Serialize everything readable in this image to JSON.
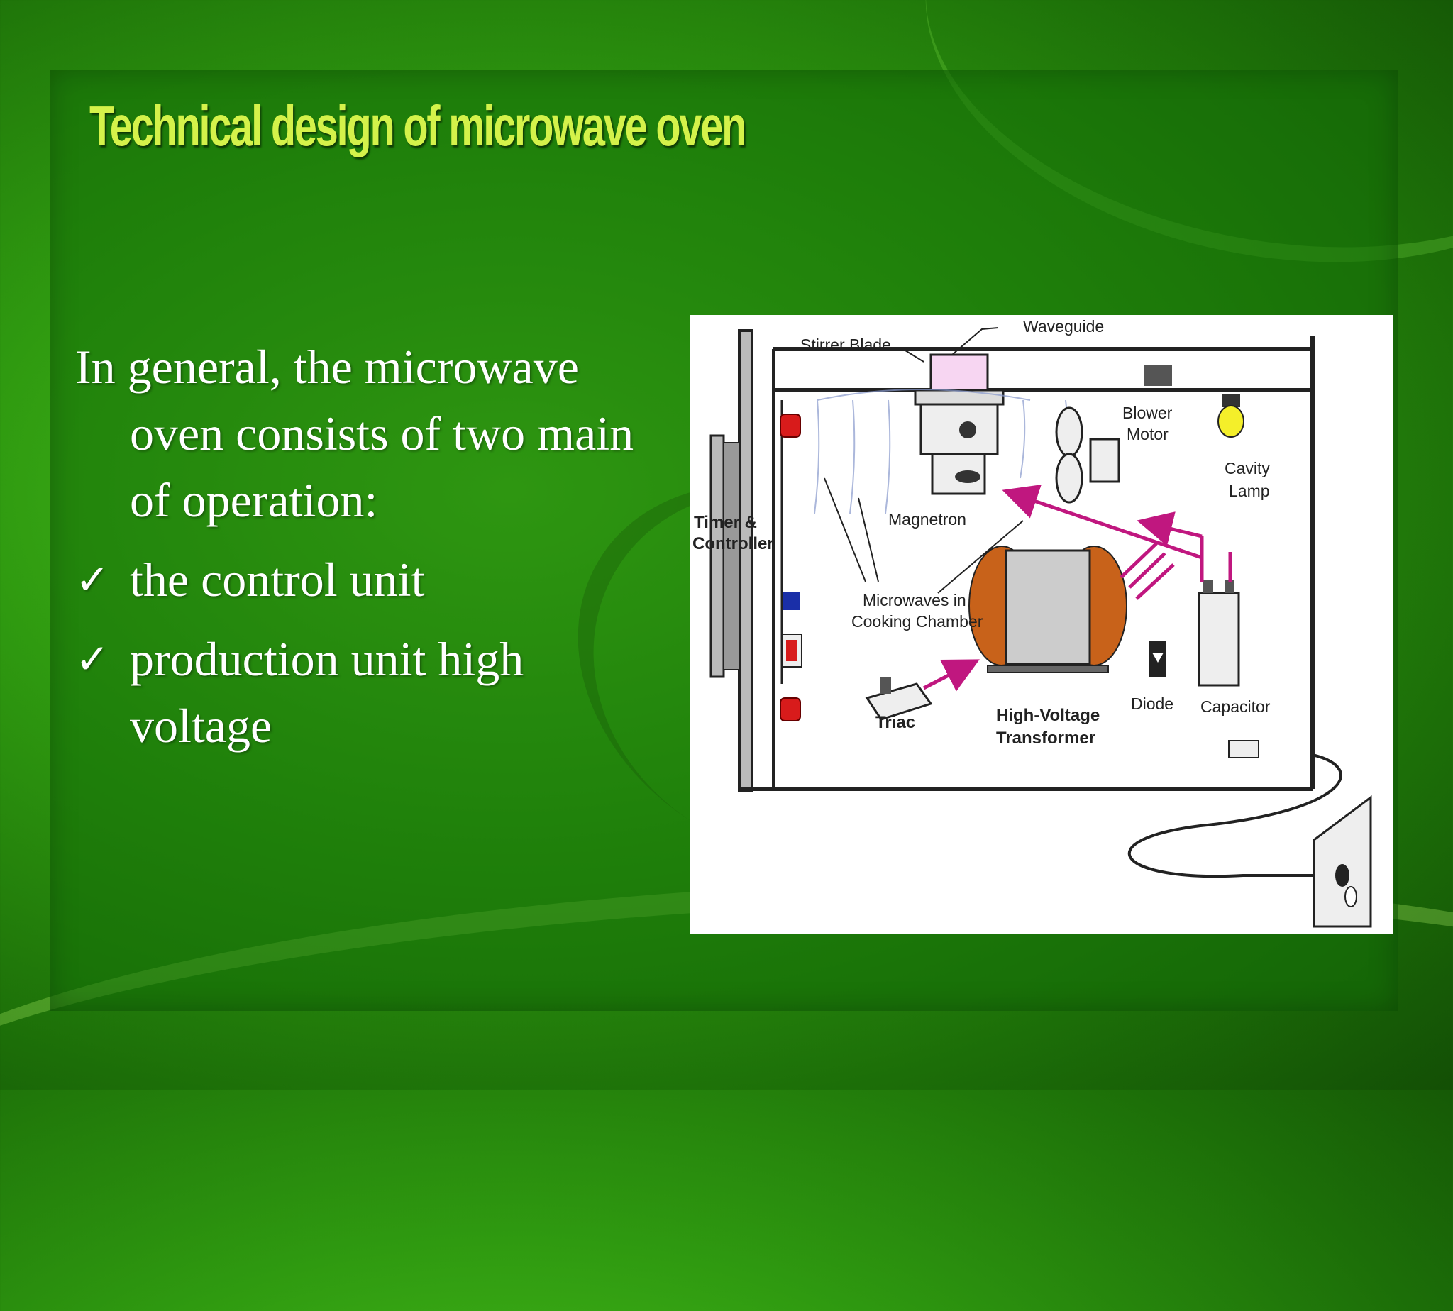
{
  "slide": {
    "title": "Technical design of microwave oven",
    "intro": "In general, the microwave oven consists of two main of operation:",
    "bullets": [
      {
        "text": "the control unit"
      },
      {
        "text": "production unit high voltage"
      }
    ],
    "check_symbol": "✓"
  },
  "diagram": {
    "labels": {
      "waveguide": "Waveguide",
      "stirrer_blade": "Stirrer Blade",
      "blower_line1": "Blower",
      "blower_line2": "Motor",
      "cavity_line1": "Cavity",
      "cavity_line2": "Lamp",
      "timer_line1": "Timer &",
      "timer_line2": "Controller",
      "magnetron": "Magnetron",
      "microwaves_line1": "Microwaves in",
      "microwaves_line2": "Cooking Chamber",
      "triac": "Triac",
      "hv_line1": "High-Voltage",
      "hv_line2": "Transformer",
      "diode": "Diode",
      "capacitor": "Capacitor"
    }
  },
  "colors": {
    "title": "#d4f24a",
    "body_text": "#ffffff",
    "arrow": "#c0177f",
    "accent_red": "#d81b1b",
    "transformer_coil": "#c8621a",
    "lamp": "#f4ef2a"
  }
}
